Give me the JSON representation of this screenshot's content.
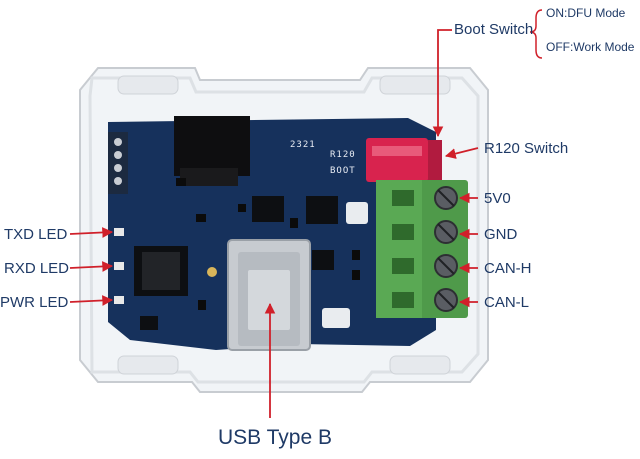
{
  "colors": {
    "accent": "#d0202a",
    "label_text": "#1f3a66",
    "pcb": "#16315c",
    "terminal": "#4f9a4a",
    "switch": "#d8234e"
  },
  "labels": {
    "boot_switch": "Boot Switch",
    "on_mode": "ON:DFU Mode",
    "off_mode": "OFF:Work Mode",
    "r120_switch": "R120 Switch",
    "pin_5v0": "5V0",
    "pin_gnd": "GND",
    "pin_canh": "CAN-H",
    "pin_canl": "CAN-L",
    "txd_led": "TXD LED",
    "rxd_led": "RXD LED",
    "pwr_led": "PWR LED",
    "usb": "USB Type B"
  },
  "silkscreen": {
    "code": "2321",
    "r120": "R120",
    "boot": "BOOT"
  }
}
